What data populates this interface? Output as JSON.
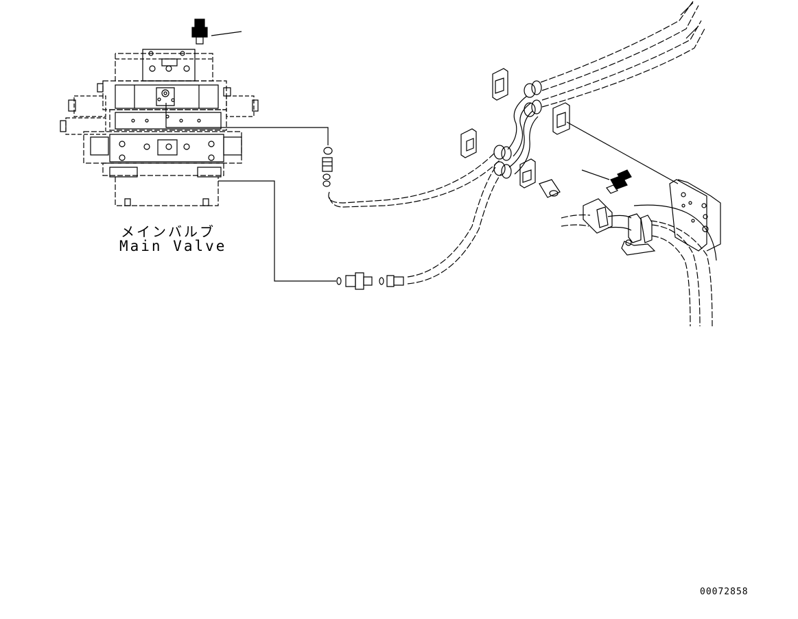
{
  "labels": {
    "main_valve_jp": "メインバルブ",
    "main_valve_en": "Main Valve"
  },
  "figure_id": "00072858"
}
